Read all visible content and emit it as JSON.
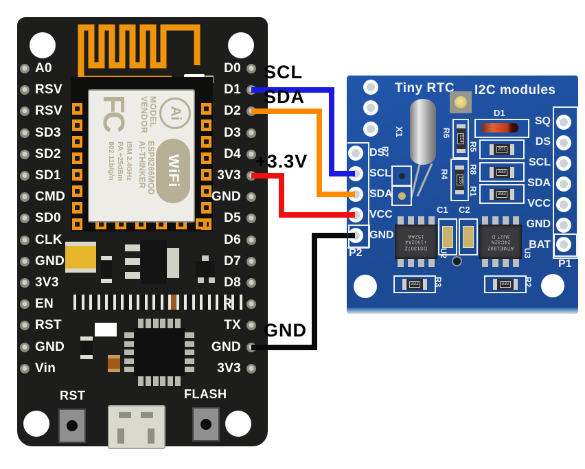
{
  "nodemcu": {
    "left_pins": [
      "A0",
      "RSV",
      "RSV",
      "SD3",
      "SD2",
      "SD1",
      "CMD",
      "SD0",
      "CLK",
      "GND",
      "3V3",
      "EN",
      "RST",
      "GND",
      "Vin"
    ],
    "right_pins": [
      "D0",
      "D1",
      "D2",
      "D3",
      "D4",
      "3V3",
      "GND",
      "D5",
      "D6",
      "D7",
      "D8",
      "RX",
      "TX",
      "GND",
      "3V3"
    ],
    "buttons": {
      "rst": "RST",
      "flash": "FLASH"
    },
    "shield": {
      "fcc_logo": "FC",
      "model_vendor": "MODEL\nVENDOR",
      "module_name": "ESP8266MOD\nAI-THINKER",
      "radio_specs": "ISM 2.4GHz\nPA +25dBm\n802.11b/g/n",
      "ai_logo": "Ai",
      "wifi_logo": "WiFi"
    }
  },
  "rtc": {
    "title": "Tiny RTC",
    "subtitle": "I2C modules",
    "left_header": {
      "connector": "P2",
      "pins": [
        "DS",
        "SCL",
        "SDA",
        "VCC",
        "GND"
      ]
    },
    "right_header": {
      "connector": "P1",
      "pins": [
        "SQ",
        "DS",
        "SCL",
        "SDA",
        "VCC",
        "GND",
        "BAT"
      ]
    },
    "refs": {
      "crystal": "X1",
      "r7": "R7",
      "r6": "R6",
      "r5": "R5",
      "r8": "R8",
      "r1": "R1",
      "r4": "R4",
      "d1": "D1",
      "c1": "C1",
      "c2": "C2",
      "u2": "U2",
      "u3": "U3",
      "r3": "R3",
      "r2": "R2"
    },
    "markings": {
      "r6": "514",
      "r5": "201",
      "r8": "332",
      "r1": "332",
      "r4": "155",
      "r3": "332",
      "r2": "332",
      "u2": "DS1307Z\n+1502A4\n152AA",
      "u3": "ATMEL992\n24C32N\n3U27 D"
    }
  },
  "wires": {
    "scl": {
      "label": "SCL",
      "color": "#1a1ae0"
    },
    "sda": {
      "label": "SDA",
      "color": "#ff8a00"
    },
    "power": {
      "label": "+3.3V",
      "color": "#ee1111"
    },
    "gnd": {
      "label": "GND",
      "color": "#0a0a0a"
    }
  },
  "colors": {
    "board_black": "#1d1d1b",
    "pad_orange": "#f49414",
    "rtc_blue": "#1e4f9e",
    "silk_white": "#f2f5f8",
    "shield_text": "#b5b096"
  }
}
